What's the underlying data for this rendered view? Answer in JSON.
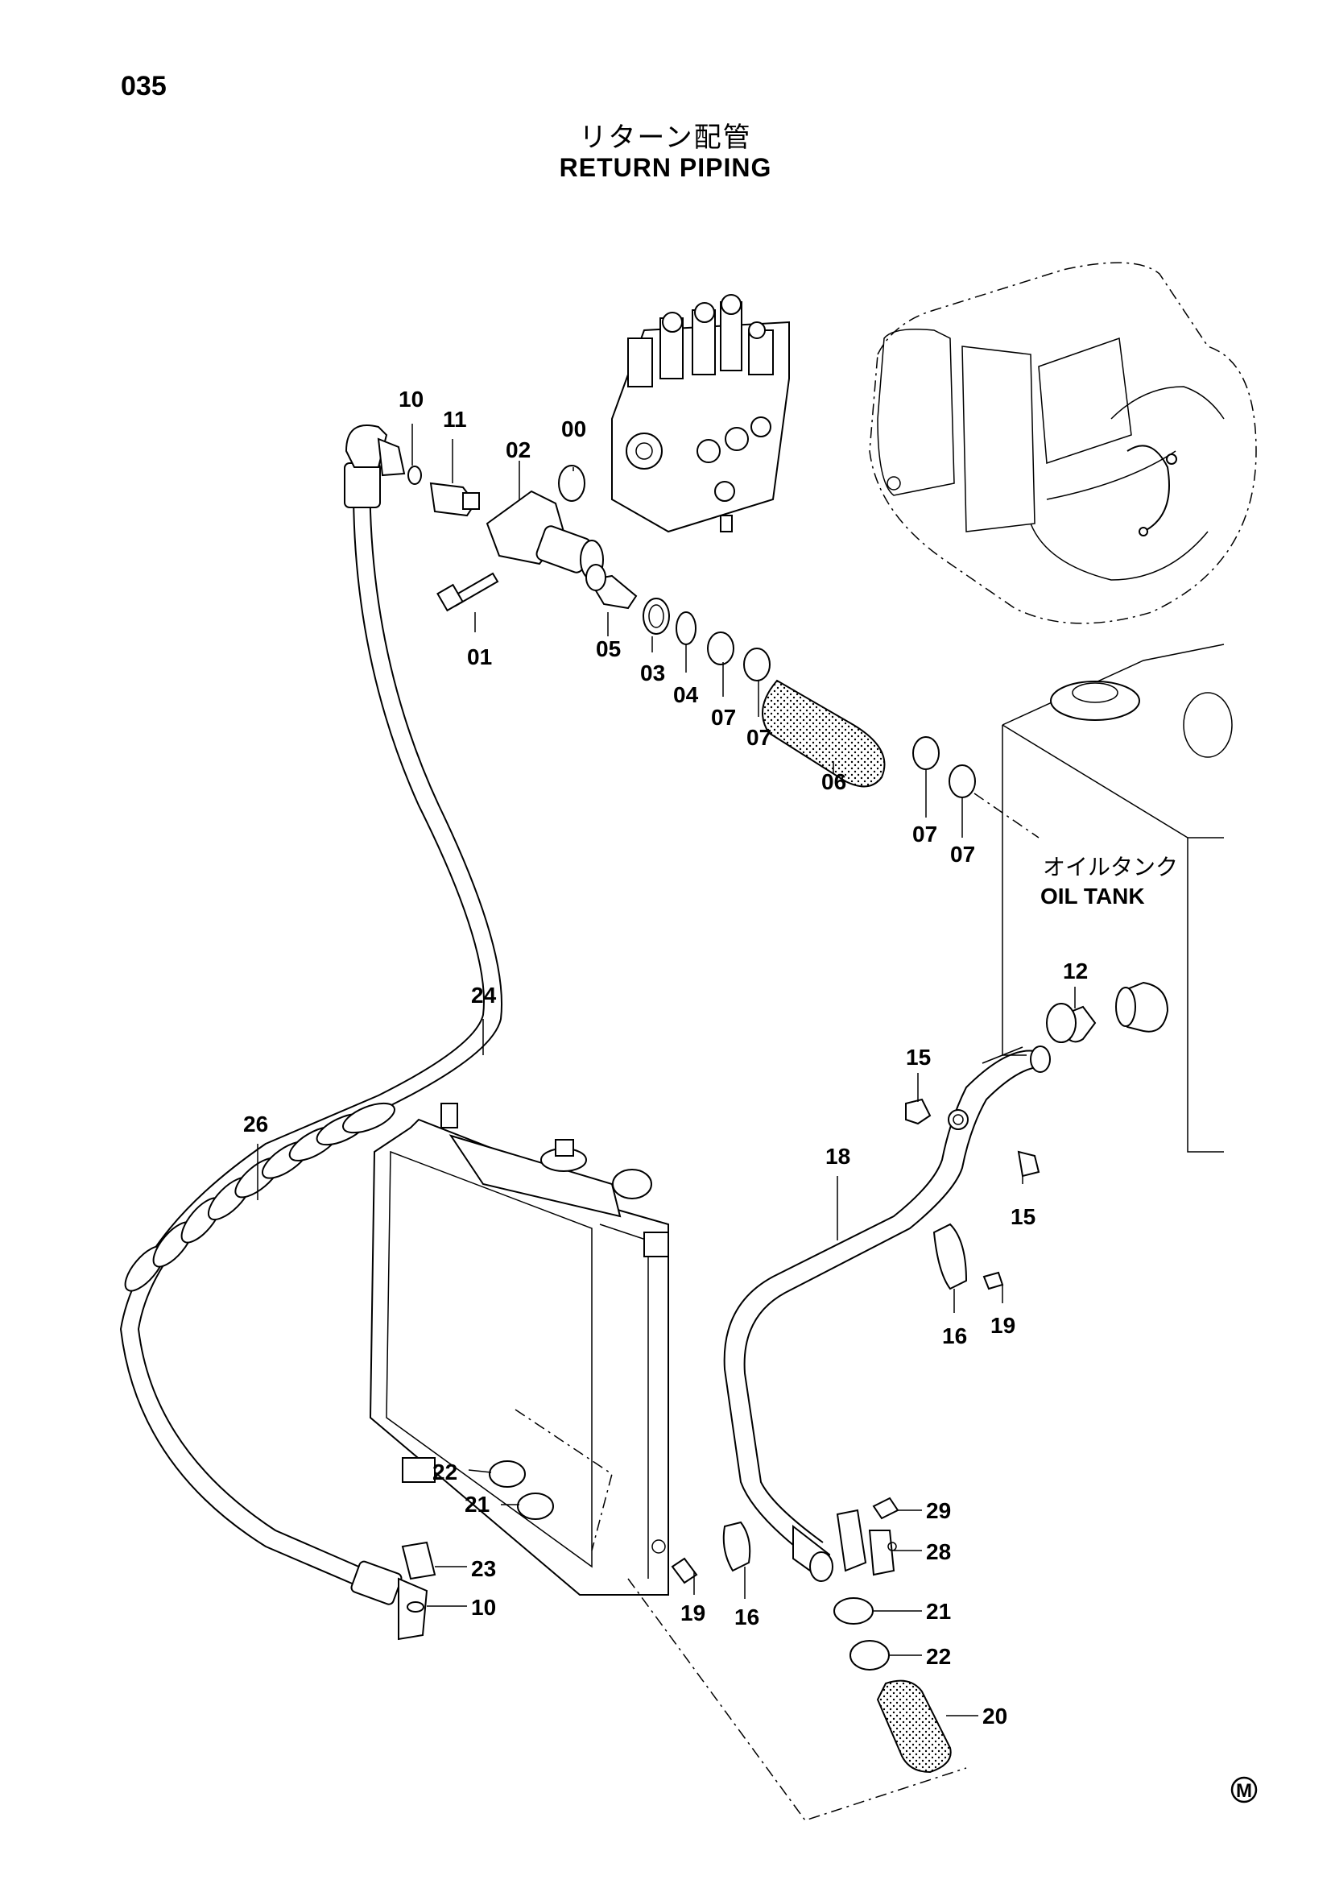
{
  "page_number": "035",
  "title": {
    "japanese": "リターン配管",
    "english": "RETURN PIPING"
  },
  "area_labels": {
    "oil_tank_jp": "オイルタンク",
    "oil_tank_en": "OIL TANK"
  },
  "callouts": [
    "10",
    "11",
    "02",
    "00",
    "01",
    "05",
    "03",
    "04",
    "07",
    "07",
    "06",
    "07",
    "07",
    "24",
    "26",
    "12",
    "15",
    "18",
    "15",
    "16",
    "19",
    "22",
    "21",
    "23",
    "10",
    "19",
    "16",
    "29",
    "28",
    "21",
    "22",
    "20"
  ],
  "corner_mark": "M"
}
